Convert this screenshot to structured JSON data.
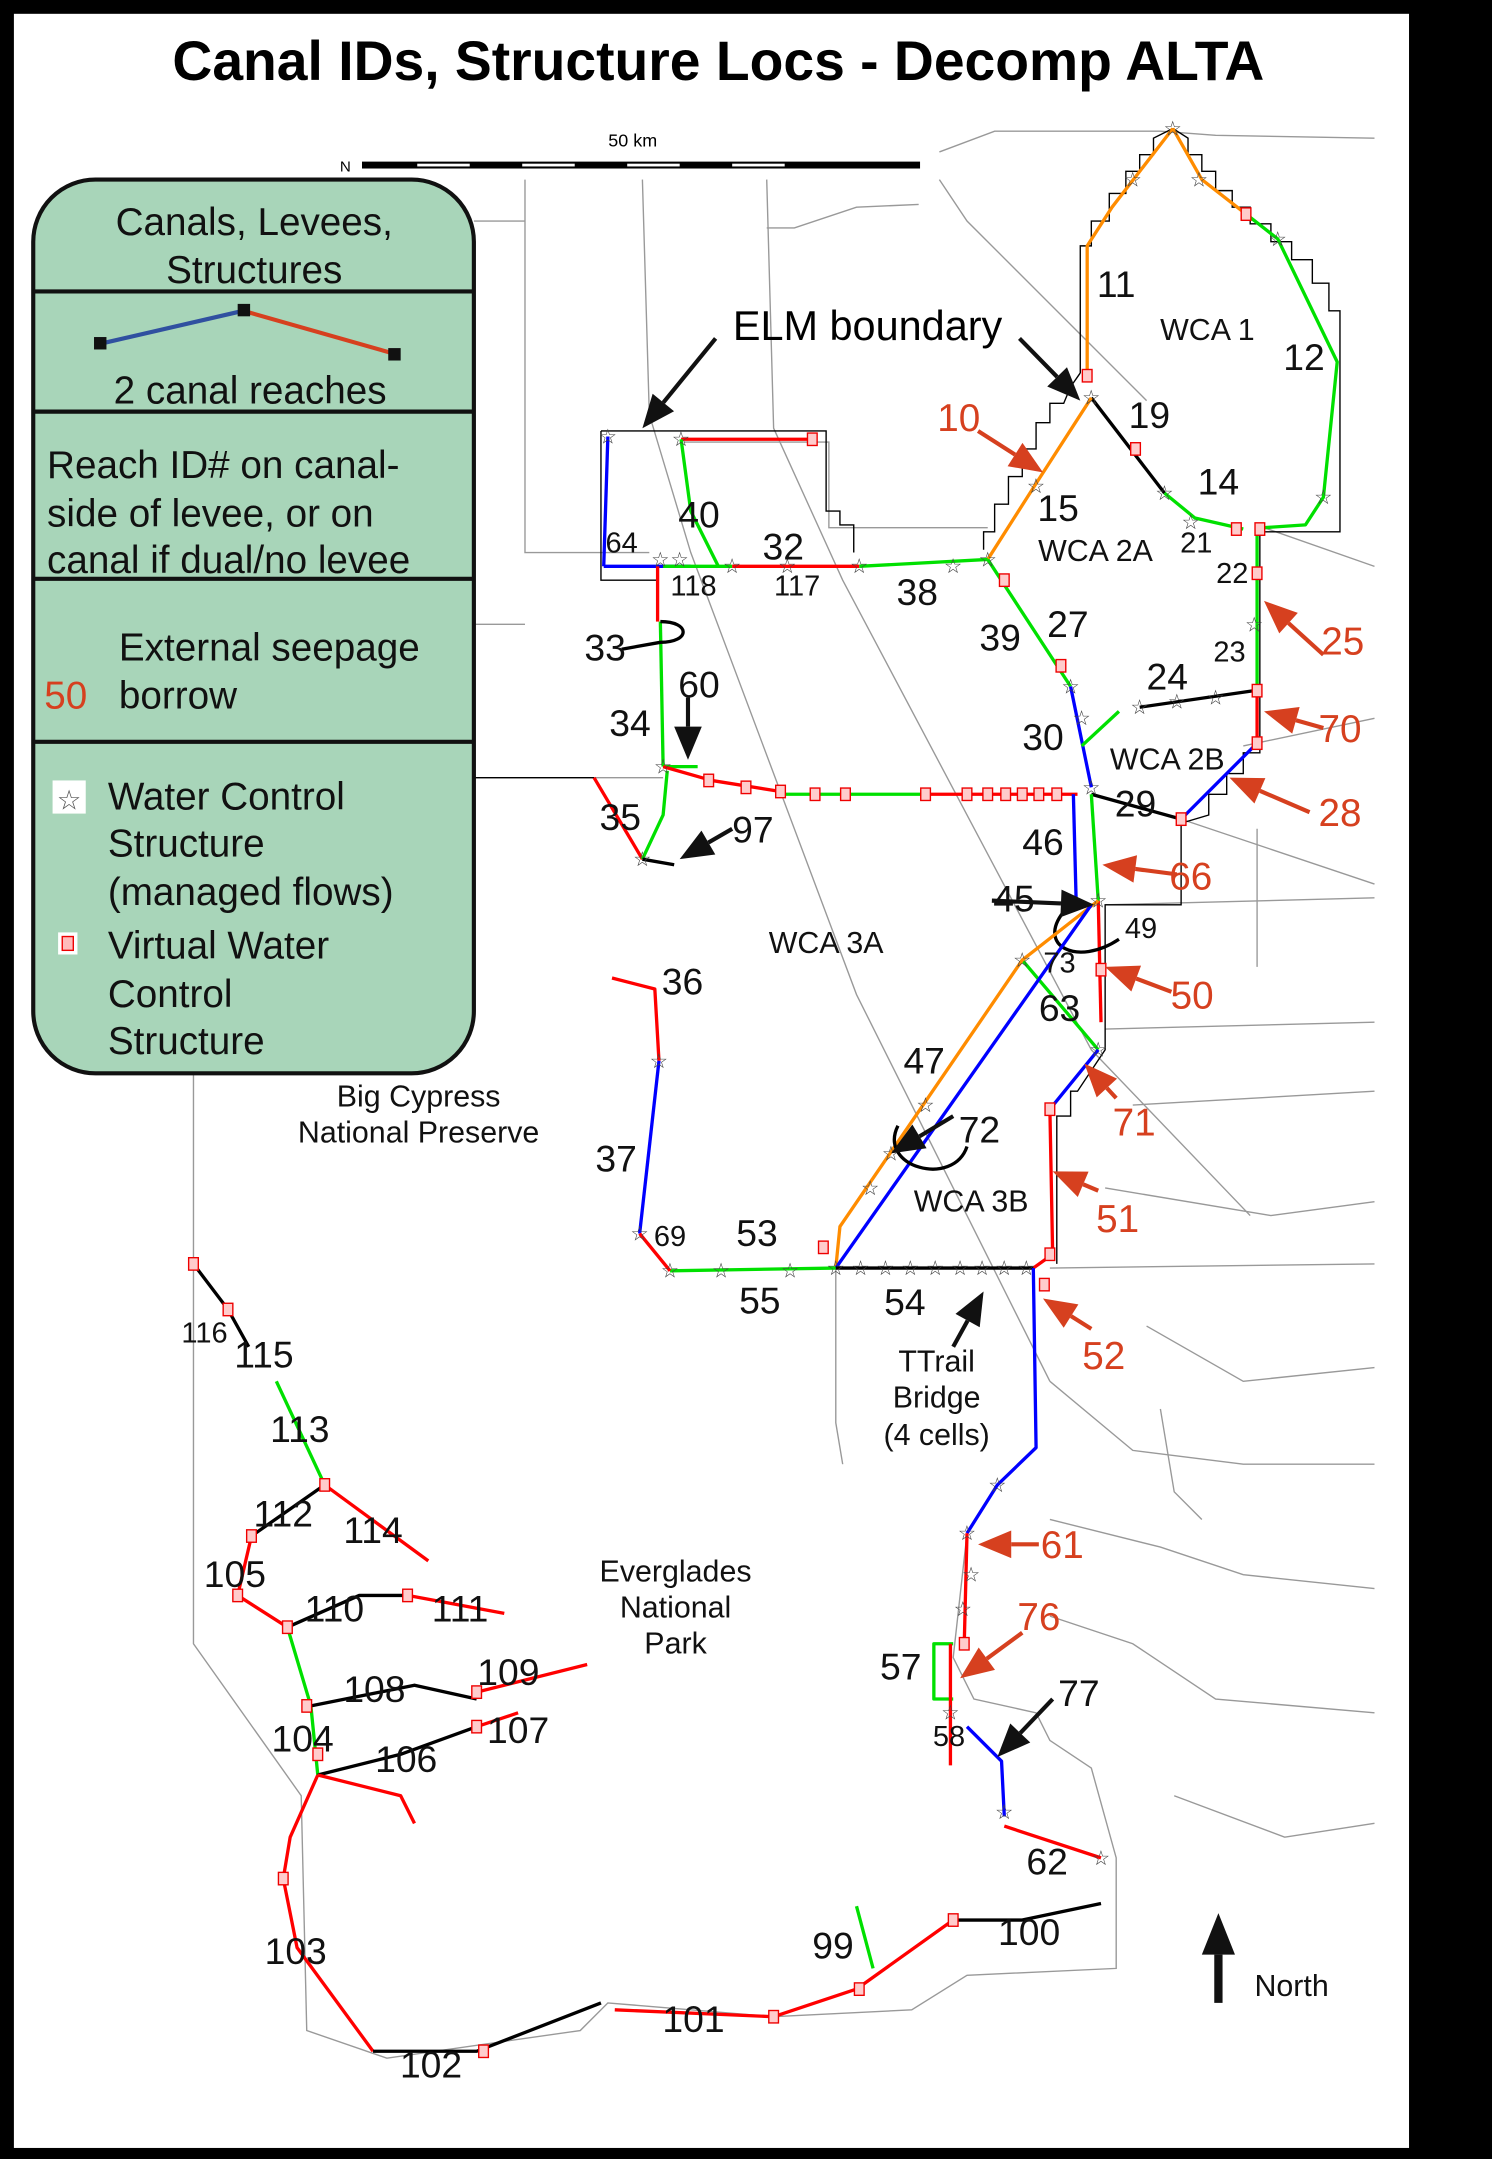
{
  "title": "Canal IDs, Structure Locs - Decomp ALTA",
  "scale_bar": {
    "label": "50 km",
    "north_mark": "N"
  },
  "legend": {
    "heading": [
      "Canals, Levees,",
      "Structures"
    ],
    "reaches_label": "2 canal reaches",
    "reach_id_note": [
      "Reach ID# on canal-",
      "side of levee, or on",
      "canal if dual/no levee"
    ],
    "seepage_example_id": "50",
    "seepage_label": [
      "External seepage",
      "borrow"
    ],
    "wcs_label": [
      "Water Control",
      "Structure",
      "(managed flows)"
    ],
    "vwcs_label": [
      "Virtual Water",
      "Control",
      "Structure"
    ]
  },
  "areas": {
    "wca1": "WCA 1",
    "wca2a": "WCA 2A",
    "wca2b": "WCA 2B",
    "wca3a": "WCA 3A",
    "wca3b": "WCA 3B",
    "big_cypress": [
      "Big Cypress",
      "National Preserve"
    ],
    "everglades": [
      "Everglades",
      "National",
      "Park"
    ],
    "ttrail": [
      "TTrail",
      "Bridge",
      "(4 cells)"
    ],
    "elm_boundary": "ELM boundary",
    "north": "North"
  },
  "canal_ids": [
    "11",
    "12",
    "19",
    "14",
    "15",
    "21",
    "22",
    "23",
    "27",
    "24",
    "30",
    "29",
    "39",
    "38",
    "32",
    "117",
    "118",
    "64",
    "40",
    "33",
    "60",
    "34",
    "35",
    "97",
    "46",
    "45",
    "49",
    "73",
    "63",
    "36",
    "47",
    "72",
    "37",
    "69",
    "53",
    "55",
    "54",
    "116",
    "115",
    "113",
    "112",
    "114",
    "105",
    "110",
    "111",
    "108",
    "109",
    "104",
    "106",
    "107",
    "103",
    "102",
    "101",
    "99",
    "100",
    "57",
    "58",
    "62",
    "77"
  ],
  "seepage_ids": [
    "10",
    "25",
    "70",
    "28",
    "66",
    "50",
    "71",
    "51",
    "52",
    "61",
    "76"
  ],
  "colors": {
    "legend_bg": "#a8d5b9",
    "seepage_red": "#d6401f",
    "canal_red": "#ff0000",
    "canal_green": "#00e000",
    "canal_blue": "#0000ff",
    "canal_orange": "#ff8c00"
  }
}
